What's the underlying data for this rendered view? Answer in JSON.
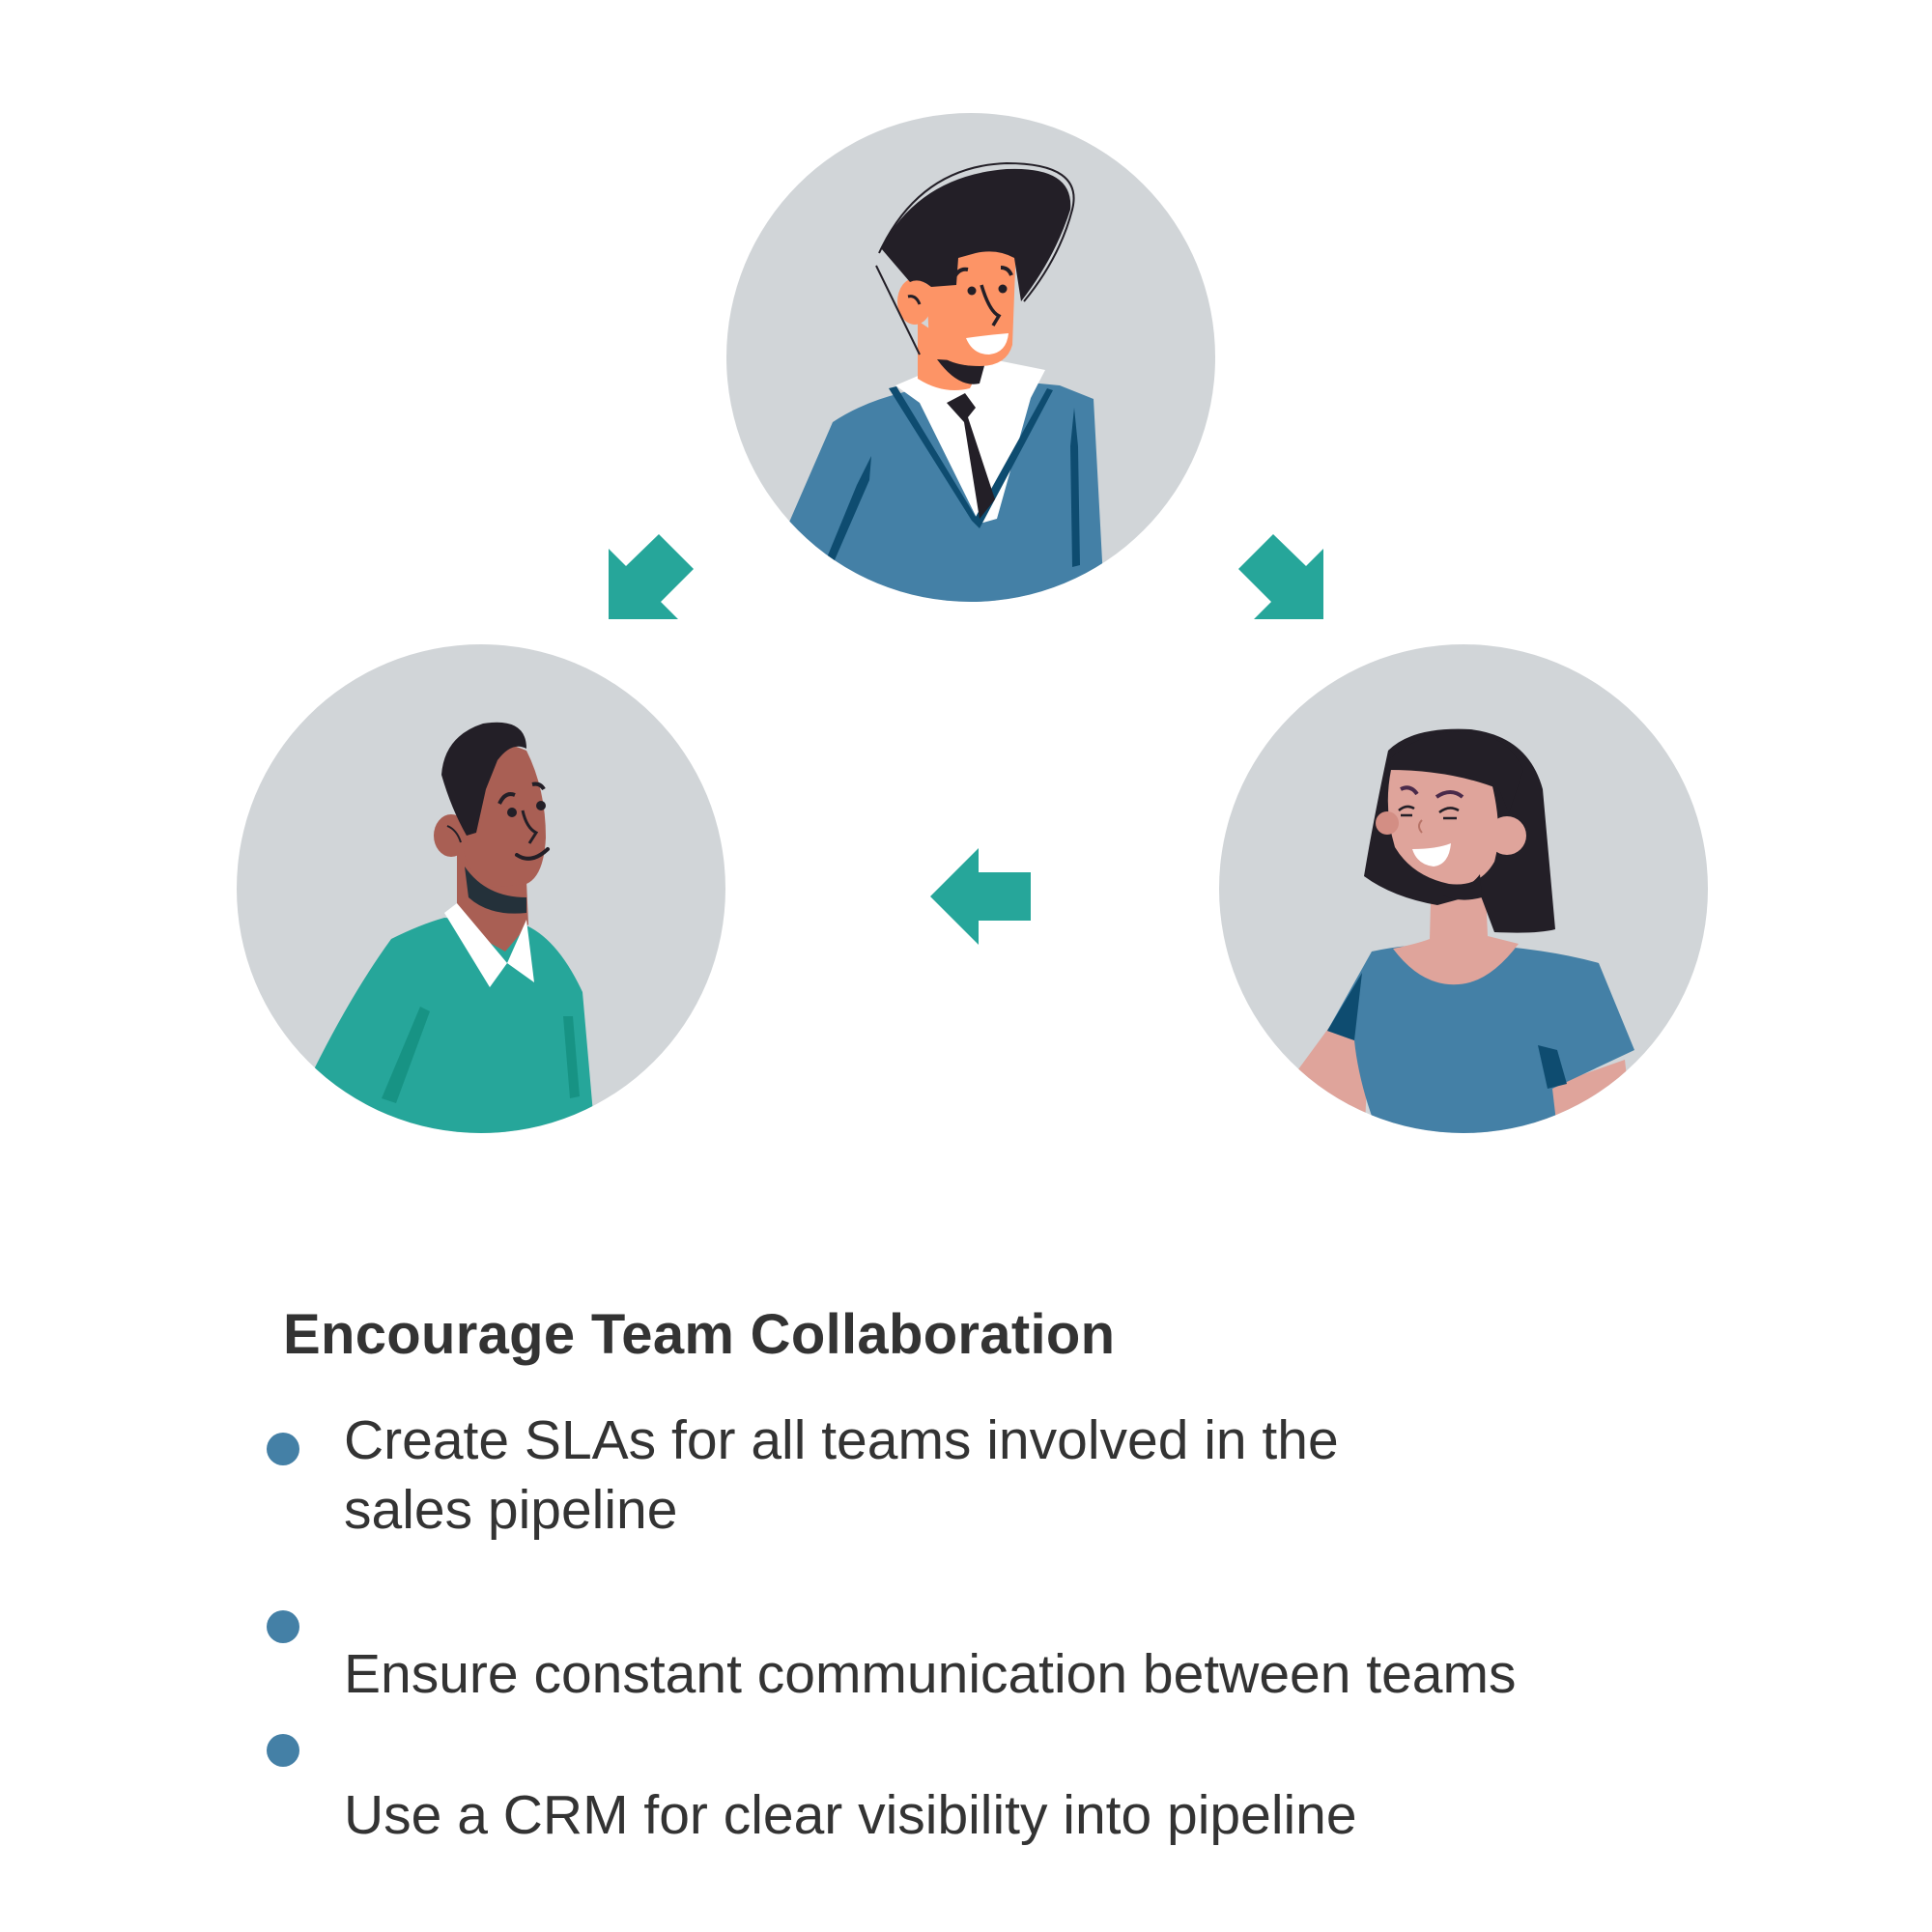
{
  "colors": {
    "background": "#ffffff",
    "circle_bg": "#d1d5d8",
    "arrow": "#26a69a",
    "bullet": "#4480a6",
    "text": "#333333",
    "blue_shirt": "#4480a6",
    "blue_shirt_dark": "#0e4c70",
    "green_shirt": "#26a69a",
    "green_shirt_dark": "#179384",
    "hair": "#231f27",
    "skin_orange": "#fd9466",
    "skin_brown": "#a95f54",
    "skin_pink": "#dfa49b",
    "white": "#ffffff"
  },
  "diagram": {
    "people": [
      {
        "id": "top",
        "label": "Man with tie and blue sweater",
        "position": "top"
      },
      {
        "id": "left",
        "label": "Man with green sweater",
        "position": "bottom-left"
      },
      {
        "id": "right",
        "label": "Woman with blue top",
        "position": "bottom-right"
      }
    ],
    "arrows": [
      {
        "from": "top",
        "to": "left",
        "direction": "down-left"
      },
      {
        "from": "top",
        "to": "right",
        "direction": "down-right"
      },
      {
        "from": "right",
        "to": "left",
        "direction": "left"
      }
    ]
  },
  "content": {
    "title": "Encourage Team Collaboration",
    "bullets": [
      {
        "lines": [
          "Create SLAs for all teams involved in the",
          "sales pipeline"
        ]
      },
      {
        "lines": [
          "Ensure constant communication between teams"
        ]
      },
      {
        "lines": [
          "Use a CRM for clear visibility into pipeline"
        ]
      }
    ]
  }
}
